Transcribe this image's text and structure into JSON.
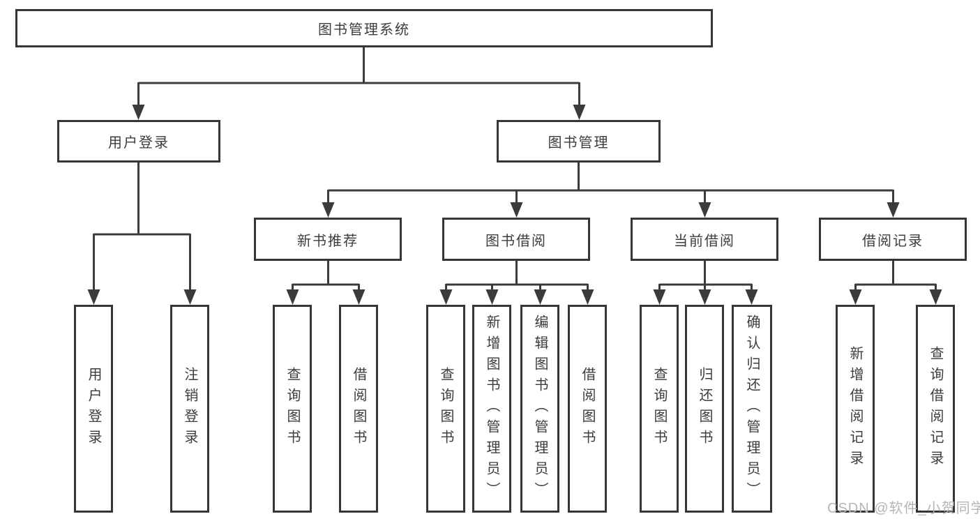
{
  "tree": {
    "label": "图书管理系统",
    "children": [
      {
        "label": "用户登录",
        "children": [
          {
            "label": "用户登录"
          },
          {
            "label": "注销登录"
          }
        ]
      },
      {
        "label": "图书管理",
        "children": [
          {
            "label": "新书推荐",
            "children": [
              {
                "label": "查询图书"
              },
              {
                "label": "借阅图书"
              }
            ]
          },
          {
            "label": "图书借阅",
            "children": [
              {
                "label": "查询图书"
              },
              {
                "label": "新增图书（管理员）"
              },
              {
                "label": "编辑图书（管理员）"
              },
              {
                "label": "借阅图书"
              }
            ]
          },
          {
            "label": "当前借阅",
            "children": [
              {
                "label": "查询图书"
              },
              {
                "label": "归还图书"
              },
              {
                "label": "确认归还（管理员）"
              }
            ]
          },
          {
            "label": "借阅记录",
            "children": [
              {
                "label": "新增借阅记录"
              },
              {
                "label": "查询借阅记录"
              }
            ]
          }
        ]
      }
    ]
  },
  "watermark": {
    "text": "CSDN @软件_小贺同学"
  },
  "colors": {
    "line": "#3b3b3b",
    "box_border": "#353535",
    "text": "#3c3c3c",
    "watermark": "#b5b5b5",
    "background": "#ffffff"
  }
}
